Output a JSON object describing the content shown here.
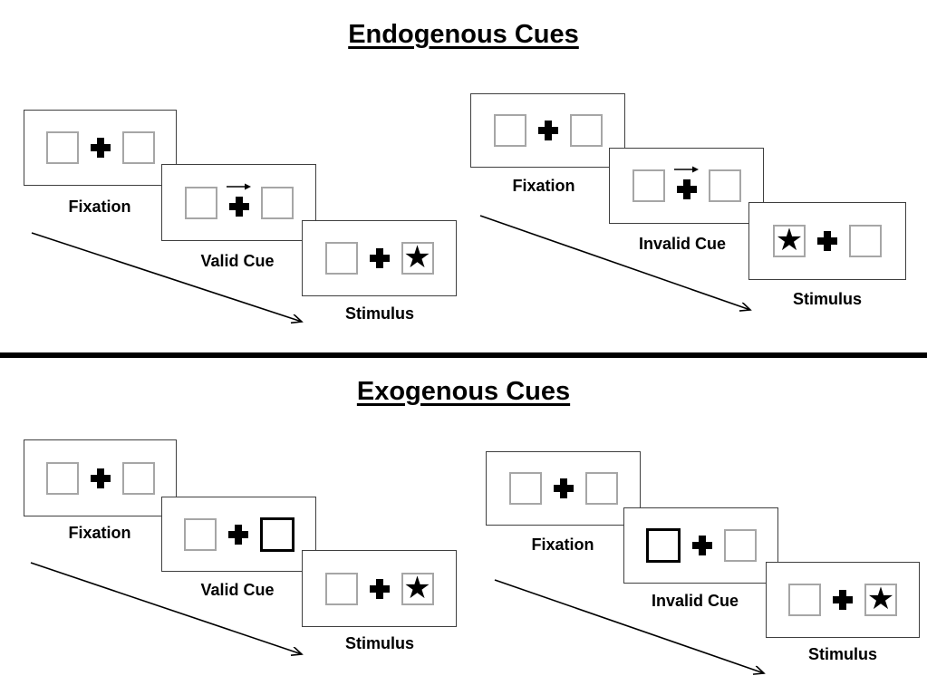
{
  "sections": [
    {
      "title": "Endogenous Cues",
      "groups": [
        {
          "name": "endogenous-valid-trial",
          "cue_type": "central-arrow-right",
          "target_side": "right",
          "panels": [
            {
              "type": "fixation",
              "label": "Fixation"
            },
            {
              "type": "cue",
              "label": "Valid Cue"
            },
            {
              "type": "target",
              "label": "Stimulus"
            }
          ]
        },
        {
          "name": "endogenous-invalid-trial",
          "cue_type": "central-arrow-right",
          "target_side": "left",
          "panels": [
            {
              "type": "fixation",
              "label": "Fixation"
            },
            {
              "type": "cue",
              "label": "Invalid Cue"
            },
            {
              "type": "target",
              "label": "Stimulus"
            }
          ]
        }
      ]
    },
    {
      "title": "Exogenous Cues",
      "groups": [
        {
          "name": "exogenous-valid-trial",
          "cue_type": "peripheral-box-right",
          "target_side": "right",
          "panels": [
            {
              "type": "fixation",
              "label": "Fixation"
            },
            {
              "type": "cue",
              "label": "Valid Cue"
            },
            {
              "type": "target",
              "label": "Stimulus"
            }
          ]
        },
        {
          "name": "exogenous-invalid-trial",
          "cue_type": "peripheral-box-left",
          "target_side": "right",
          "panels": [
            {
              "type": "fixation",
              "label": "Fixation"
            },
            {
              "type": "cue",
              "label": "Invalid Cue"
            },
            {
              "type": "target",
              "label": "Stimulus"
            }
          ]
        }
      ]
    }
  ],
  "symbols": {
    "star": "★",
    "fixation_cross": "plus-icon",
    "cue_arrow_direction": "right"
  },
  "colors": {
    "ink": "#000000",
    "panel_border": "#3f3f3f",
    "box_border": "#a6a6a6",
    "divider": "#000000",
    "background": "#ffffff"
  }
}
